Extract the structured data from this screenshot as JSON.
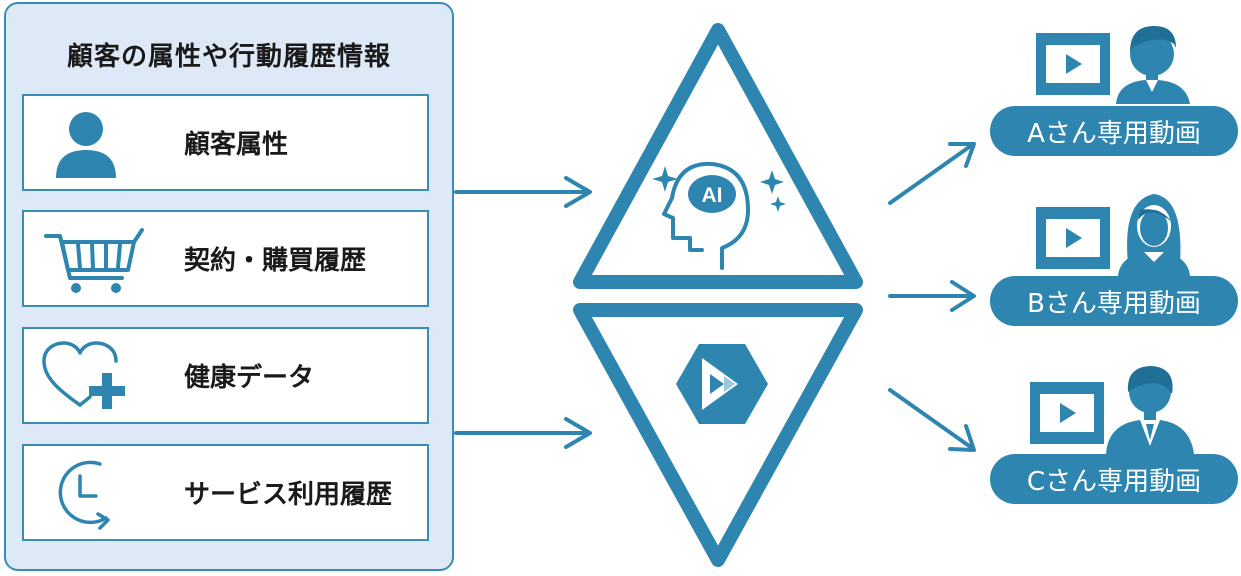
{
  "panel": {
    "title": "顧客の属性や行動履歴情報",
    "items": [
      {
        "label": "顧客属性",
        "icon": "person-icon"
      },
      {
        "label": "契約・購買履歴",
        "icon": "shopping-cart-icon"
      },
      {
        "label": "健康データ",
        "icon": "heart-plus-icon"
      },
      {
        "label": "サービス利用履歴",
        "icon": "clock-icon"
      }
    ]
  },
  "center": {
    "ai_badge": "AI",
    "top_icon": "ai-brain-icon",
    "bottom_icon": "video-engine-icon"
  },
  "outputs": [
    {
      "label": "Aさん専用動画",
      "icon": "man-avatar-icon"
    },
    {
      "label": "Bさん専用動画",
      "icon": "woman-avatar-icon"
    },
    {
      "label": "Cさん専用動画",
      "icon": "businesswoman-avatar-icon"
    }
  ],
  "colors": {
    "accent": "#2e86b0",
    "panel_bg": "#dde9f6",
    "border": "#3a8cb5"
  }
}
